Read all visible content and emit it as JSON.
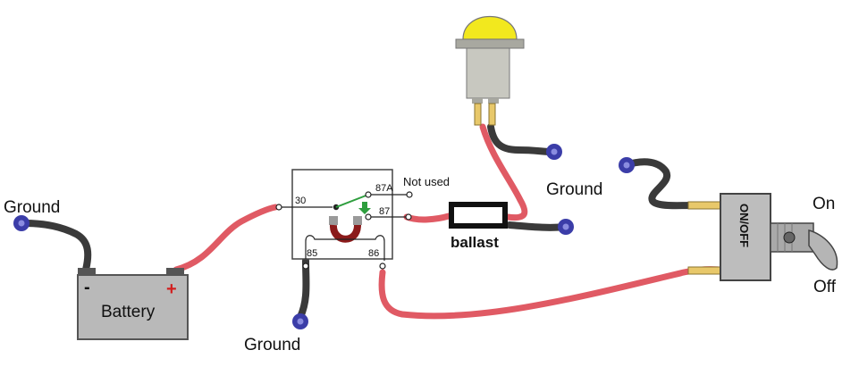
{
  "labels": {
    "ground_left": "Ground",
    "ground_relay": "Ground",
    "ground_lamp": "Ground",
    "battery": "Battery",
    "battery_neg": "-",
    "battery_pos": "+",
    "not_used": "Not used",
    "ballast": "ballast",
    "switch_text": "ON/OFF",
    "on": "On",
    "off": "Off",
    "pin_30": "30",
    "pin_87a": "87A",
    "pin_87": "87",
    "pin_85": "85",
    "pin_86": "86"
  },
  "colors": {
    "wire": "#e05a64",
    "ground_wire": "#3a3a3a",
    "ground_terminal": "#3b3da8",
    "battery_body": "#b9b9b9",
    "lamp_dome": "#f2e81e",
    "lamp_body": "#c8c8c0",
    "coil": "#8b1a1a",
    "relay_arm": "#2e9e3e",
    "switch_body": "#bdbdbd",
    "terminal_brass": "#e8c86a"
  },
  "icons": [
    "ground-terminal-icon",
    "lamp-icon",
    "relay-icon",
    "battery-icon",
    "toggle-switch-icon",
    "ballast-resistor-icon"
  ]
}
